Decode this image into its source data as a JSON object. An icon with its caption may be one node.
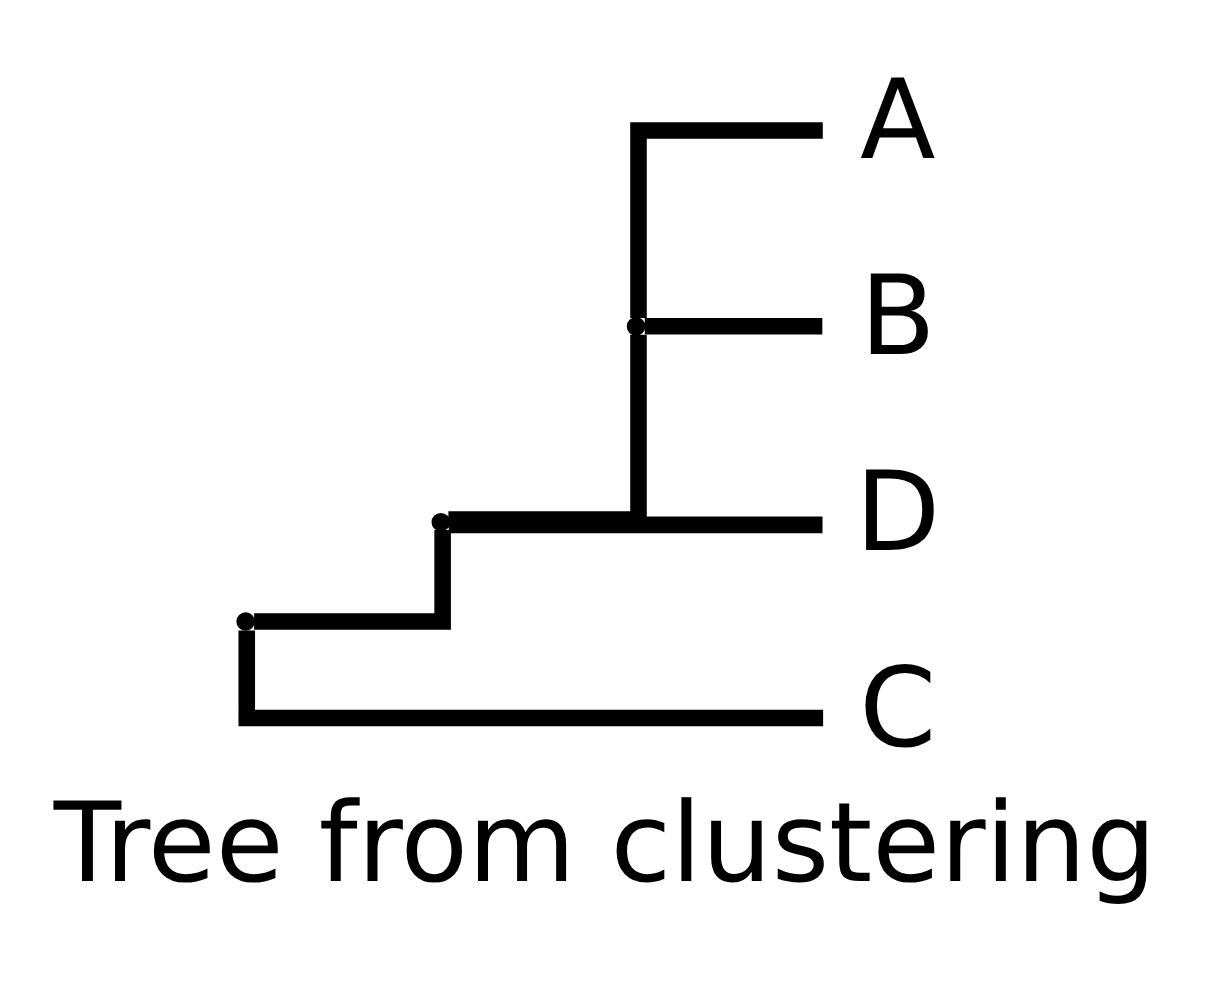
{
  "diagram": {
    "caption": "Tree from clustering",
    "nodes": [
      {
        "text": [],
        "shape": "point"
      },
      {
        "text": [],
        "shape": "point"
      },
      {
        "text": [],
        "shape": "point"
      },
      {
        "text": [
          "A"
        ]
      },
      {
        "text": [
          "B"
        ]
      },
      {
        "text": [
          "D"
        ]
      },
      {
        "text": [
          "C"
        ]
      }
    ],
    "edges": [
      {
        "from": 0,
        "to": 1,
        "arrow": "none"
      },
      {
        "from": 0,
        "to": 6,
        "arrow": "none"
      },
      {
        "from": 1,
        "to": 2,
        "arrow": "none"
      },
      {
        "from": 1,
        "to": 5,
        "arrow": "none"
      },
      {
        "from": 2,
        "to": 3,
        "arrow": "none"
      },
      {
        "from": 2,
        "to": 4,
        "arrow": "none"
      }
    ]
  }
}
